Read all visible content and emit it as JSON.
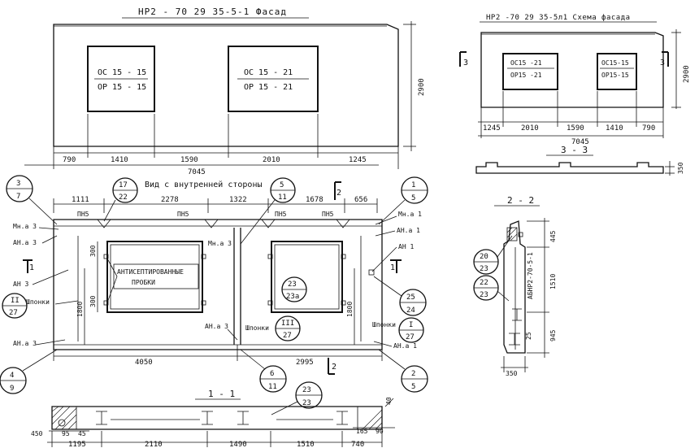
{
  "titles": {
    "facade": "НР2 - 70 29 35-5-1 Фасад",
    "scheme": "НР2 -70 29 35-5л1 Схема фасада",
    "inner_view": "Вид с внутренней стороны"
  },
  "facade": {
    "window_left": [
      "ОС 15 - 15",
      "ОР 15 - 15"
    ],
    "window_right": [
      "ОС 15 - 21",
      "ОР 15 - 21"
    ],
    "height_dim": "2900",
    "bottom_dims": [
      "790",
      "1410",
      "1590",
      "2010",
      "1245"
    ],
    "total_dim": "7045"
  },
  "scheme": {
    "window_left": [
      "ОС15 -21",
      "ОР15 -21"
    ],
    "window_right": [
      "ОС15-15",
      "ОР15-15"
    ],
    "height_dim": "2900",
    "bottom_dims": [
      "1245",
      "2010",
      "1590",
      "1410",
      "790"
    ],
    "total_dim": "7045",
    "mark_left": "3",
    "mark_right": "3"
  },
  "section33": {
    "label": "3 - 3",
    "dim": "350"
  },
  "inner": {
    "top_dims": [
      "1111",
      "2278",
      "1322",
      "1678",
      "656"
    ],
    "pn_labels": [
      "ПН5",
      "ПН5",
      "ПН5",
      "ПН5"
    ],
    "left_labels": [
      "Мн.а 3",
      "АН.а 3",
      "АН 3",
      "Шпонки",
      "АН.а 3"
    ],
    "right_labels": [
      "Мн.а 1",
      "АН.а 1",
      "АН 1",
      "Шпонки",
      "АН.а 1"
    ],
    "center_labels": [
      "Мн.а 3",
      "АН.а 3",
      "Шпонки"
    ],
    "antiseptic": [
      "АНТИСЕПТИРОВАННЫЕ",
      "ПРОБКИ"
    ],
    "dims_vertical": [
      "300",
      "300",
      "1800",
      "1800"
    ],
    "bottom_dims": [
      "4050",
      "2995"
    ],
    "bubbles": {
      "b3_7": [
        "3",
        "7"
      ],
      "b17_22": [
        "17",
        "22"
      ],
      "b5_11": [
        "5",
        "11"
      ],
      "b1_5": [
        "1",
        "5"
      ],
      "bII_27": [
        "II",
        "27"
      ],
      "b23_23a": [
        "23",
        "23а"
      ],
      "bIII_27": [
        "III",
        "27"
      ],
      "b25_24": [
        "25",
        "24"
      ],
      "bI_27": [
        "I",
        "27"
      ],
      "b4_9": [
        "4",
        "9"
      ],
      "b6_11": [
        "6",
        "11"
      ],
      "b2_5": [
        "2",
        "5"
      ]
    },
    "mark_top": "2",
    "mark_bottom": "2",
    "mark_left": "1",
    "mark_right": "1"
  },
  "section11": {
    "label": "1 - 1",
    "bubble": [
      "23",
      "23"
    ],
    "dims": [
      "1195",
      "2110",
      "1490",
      "1510",
      "740"
    ],
    "small_dims": [
      "450",
      "95",
      "45",
      "165",
      "90",
      "40"
    ]
  },
  "section22": {
    "label": "2 - 2",
    "bubble_a": [
      "20",
      "23"
    ],
    "bubble_b": [
      "22",
      "23"
    ],
    "vertical_label": "АБНР2-70-5-1",
    "dims": [
      "445",
      "1510",
      "945",
      "25"
    ],
    "width_dim": "350"
  }
}
